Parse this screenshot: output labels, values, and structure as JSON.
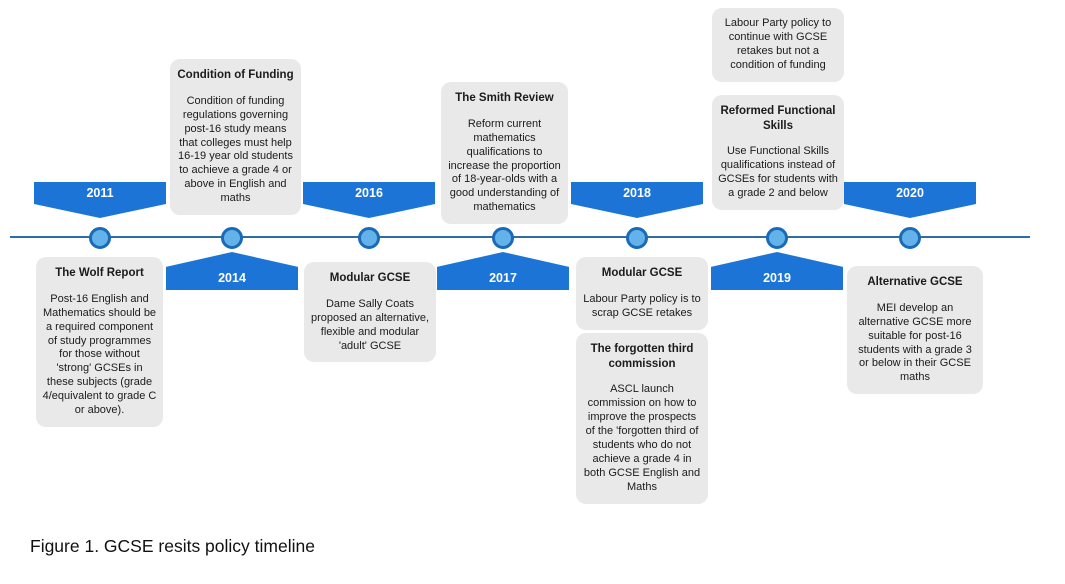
{
  "caption": "Figure 1. GCSE resits policy timeline",
  "years": [
    "2011",
    "2014",
    "2016",
    "2017",
    "2018",
    "2019",
    "2020"
  ],
  "events": {
    "wolf_report": {
      "title": "The Wolf Report",
      "body": "Post-16 English and Mathematics should be a required component of study programmes for those without 'strong' GCSEs in these subjects (grade 4/equivalent to grade C or above)."
    },
    "condition_of_funding": {
      "title": "Condition of Funding",
      "body": "Condition of funding regulations governing post-16 study means that colleges must help 16-19 year old students to achieve a grade 4 or above in English and maths"
    },
    "modular_gcse_2016": {
      "title": "Modular GCSE",
      "body": "Dame Sally Coats proposed an alternative, flexible and modular 'adult' GCSE"
    },
    "smith_review": {
      "title": "The Smith Review",
      "body": "Reform current mathematics qualifications to increase the proportion of 18-year-olds with a good understanding of mathematics"
    },
    "modular_gcse_2018": {
      "title": "Modular GCSE",
      "body": "Labour Party policy is to scrap GCSE retakes"
    },
    "forgotten_third": {
      "title": "The forgotten third commission",
      "body": "ASCL launch commission on how to improve the prospects of the 'forgotten third of students who do not achieve a grade 4 in both GCSE English and Maths"
    },
    "labour_policy_2019": {
      "body": "Labour Party policy to continue with GCSE retakes but not a condition of funding"
    },
    "reformed_functional_skills": {
      "title": "Reformed Functional Skills",
      "body": "Use Functional Skills qualifications instead of GCSEs for students with a grade 2 and below"
    },
    "alternative_gcse": {
      "title": "Alternative GCSE",
      "body": "MEI develop an alternative GCSE more suitable for post-16 students with a grade 3 or below in their GCSE maths"
    }
  },
  "colors": {
    "banner_blue": "#1b74d6",
    "node_fill": "#64b2ea",
    "node_border": "#1a6ab8",
    "timeline_line": "#2e6da6",
    "box_background": "#e9e9e9",
    "text": "#1b1b1b"
  }
}
